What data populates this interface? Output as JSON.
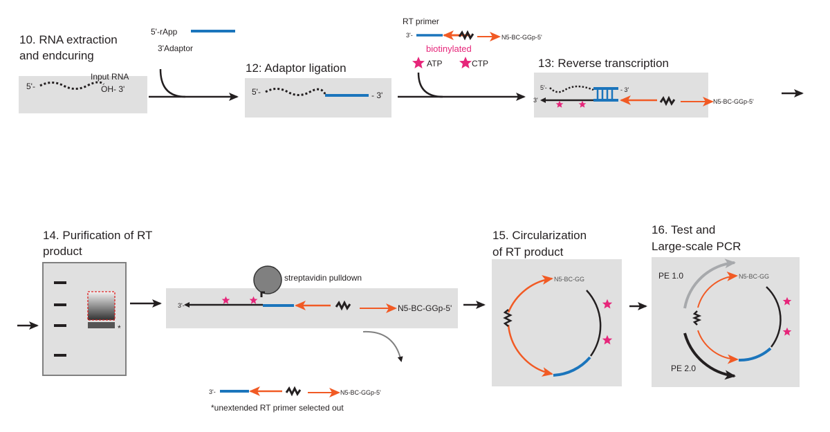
{
  "colors": {
    "orange": "#f15a24",
    "blue": "#1b75bc",
    "pink": "#e6267a",
    "box": "#e0e0e0",
    "black": "#231f20"
  },
  "step10": {
    "title_line1": "10. RNA extraction",
    "title_line2": "and endcuring",
    "five": "5'-",
    "input_rna": "Input RNA",
    "oh3": "OH- 3'"
  },
  "adaptor": {
    "rapp": "5'-rApp",
    "label": "3'Adaptor"
  },
  "step12": {
    "title": "12: Adaptor ligation",
    "five": "5'-",
    "three": "- 3'"
  },
  "rt_primer": {
    "title": "RT primer",
    "three": "3'-",
    "barcode": "N5-BC-GGp-5'",
    "biotinylated": "biotinylated",
    "atp": "ATP",
    "ctp": "CTP"
  },
  "step13": {
    "title": "13: Reverse transcription",
    "five": "5'-",
    "three_top": "- 3'",
    "three_left": "3'",
    "barcode": "N5-BC-GGp-5'"
  },
  "step14": {
    "title_line1": "14. Purification of RT",
    "title_line2": "product",
    "asterisk": "*",
    "three": "3'-",
    "barcode": "N5-BC-GGp-5'",
    "streptavidin": "streptavidin pulldown",
    "unextended_three": "3'-",
    "unextended_barcode": "N5-BC-GGp-5'",
    "footnote": "*unextended RT primer selected out"
  },
  "step15": {
    "title_line1": "15. Circularization",
    "title_line2": "of RT product",
    "barcode": "N5-BC-GG"
  },
  "step16": {
    "title_line1": "16. Test and",
    "title_line2": "Large-scale PCR",
    "barcode": "N5-BC-GG",
    "pe1": "PE 1.0",
    "pe2": "PE 2.0"
  }
}
